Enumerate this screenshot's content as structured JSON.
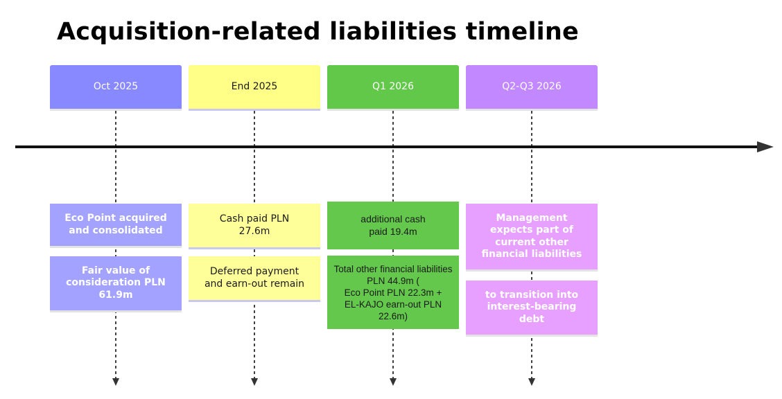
{
  "title": "Acquisition-related liabilities timeline",
  "colors": {
    "period1": "#8888ff",
    "period2": "#ffff88",
    "period3": "#62c84a",
    "period4": "#c288ff",
    "event1": "#a3a3ff",
    "event2": "#ffff99",
    "event3": "#63c84b",
    "event4": "#e7a0ff",
    "axis": "#111111"
  },
  "periods": [
    {
      "label": "Oct 2025",
      "events": [
        "Eco Point acquired\nand consolidated",
        "Fair value of\nconsideration PLN\n61.9m"
      ]
    },
    {
      "label": "End 2025",
      "events": [
        "Cash paid PLN\n27.6m",
        "Deferred payment\nand earn-out remain"
      ]
    },
    {
      "label": "Q1 2026",
      "events": [
        "additional cash\npaid 19.4m",
        "Total other financial liabilities\nPLN 44.9m (\nEco Point PLN 22.3m +\nEL-KAJO earn-out PLN\n22.6m)"
      ]
    },
    {
      "label": "Q2-Q3 2026",
      "events": [
        "Management\nexpects part of\ncurrent other\nfinancial liabilities",
        "to transition into\ninterest-bearing\ndebt"
      ]
    }
  ]
}
